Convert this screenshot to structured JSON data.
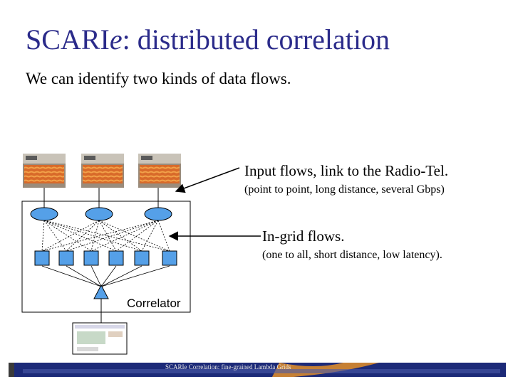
{
  "title": {
    "prefix": "SCARI",
    "italic": "e",
    "suffix": ": distributed correlation"
  },
  "subtitle": "We can identify two kinds of data flows.",
  "input_flows": {
    "label": "Input flows, link to the Radio-Tel.",
    "detail": "(point to point, long distance, several Gbps)"
  },
  "ingrid_flows": {
    "label": "In-grid flows.",
    "detail": "(one to all, short distance, low latency)."
  },
  "correlator_label": "Correlator",
  "footer_text": "SCARIe Correlation: fine-grained Lambda Grids",
  "colors": {
    "title": "#2b2b8a",
    "node_fill": "#55a0e8",
    "footer_band": "#1c2a78",
    "footer_accent": "#d98a2c"
  }
}
